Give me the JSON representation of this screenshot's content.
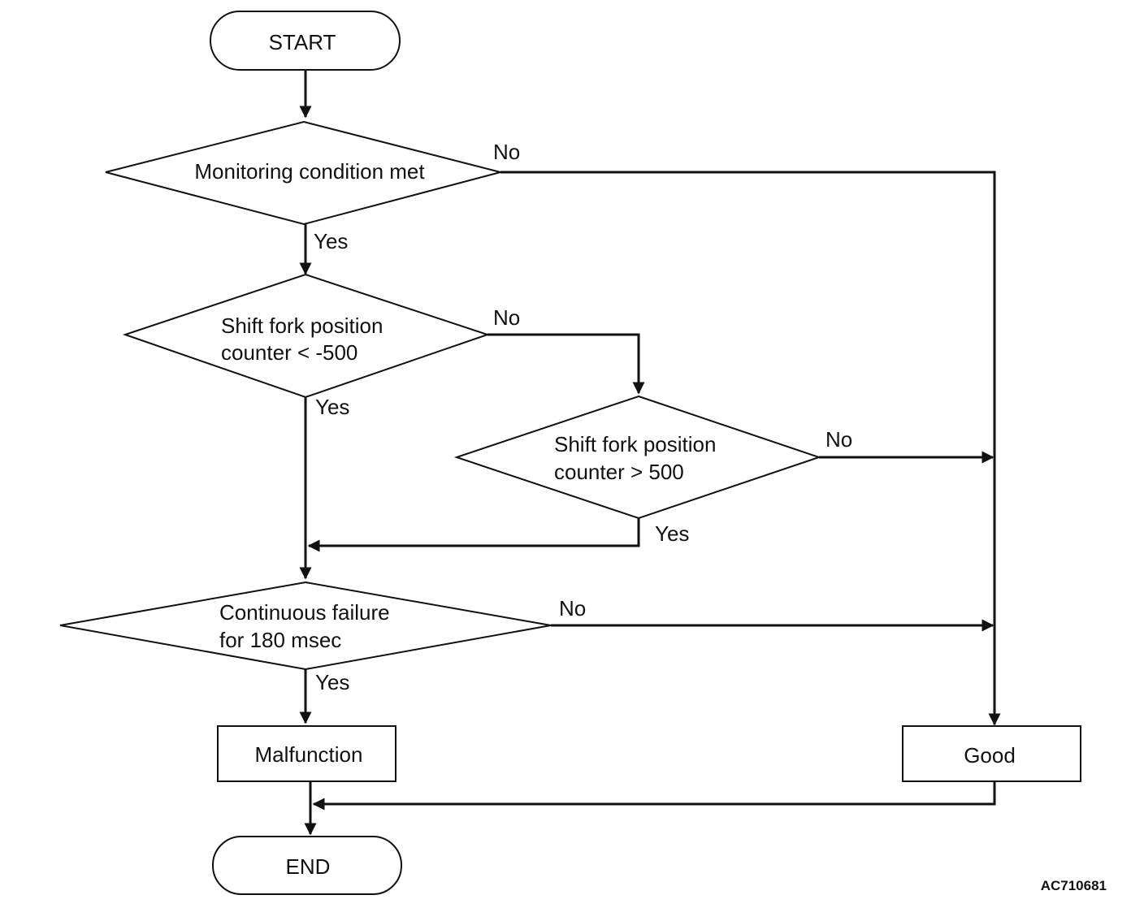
{
  "nodes": {
    "start": "START",
    "decision_monitoring": [
      "Monitoring condition met"
    ],
    "decision_counter_low": [
      "Shift fork position",
      "counter < -500"
    ],
    "decision_counter_high": [
      "Shift fork position",
      "counter > 500"
    ],
    "decision_continuous": [
      "Continuous failure",
      "for 180 msec"
    ],
    "malfunction": "Malfunction",
    "good": "Good",
    "end": "END"
  },
  "edge_labels": {
    "yes": "Yes",
    "no": "No"
  },
  "reference_code": "AC710681"
}
